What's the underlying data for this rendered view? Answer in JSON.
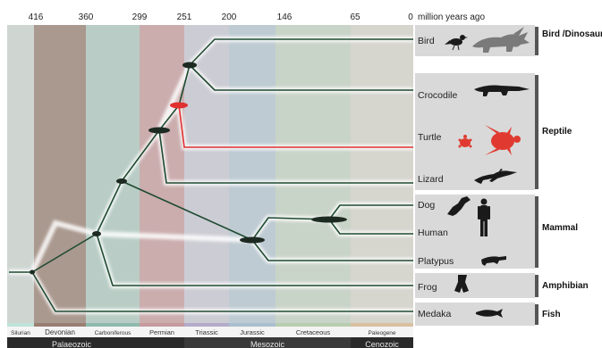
{
  "time_axis": {
    "ticks": [
      "416",
      "360",
      "299",
      "251",
      "200",
      "146",
      "65",
      "0"
    ],
    "unit_label": "million years ago"
  },
  "periods": [
    {
      "label": "Silurian",
      "color": "#bfe3d8"
    },
    {
      "label": "Devonian",
      "color": "#9a7e72"
    },
    {
      "label": "Carboniferous",
      "color": "#8fb9ad"
    },
    {
      "label": "Permian",
      "color": "#c69a9e"
    },
    {
      "label": "Triassic",
      "color": "#b3abc9"
    },
    {
      "label": "Jurassic",
      "color": "#a9bfcf"
    },
    {
      "label": "Cretaceous",
      "color": "#b8cdb0"
    },
    {
      "label": "Paleogene",
      "color": "#d9c0a0"
    }
  ],
  "eras": [
    "Palaeozoic",
    "Mesozoic",
    "Cenozoic"
  ],
  "taxa": [
    "Bird",
    "Crocodile",
    "Turtle",
    "Lizard",
    "Dog",
    "Human",
    "Platypus",
    "Frog",
    "Medaka"
  ],
  "groups": [
    "Bird /Dinosaur",
    "Reptile",
    "Mammal",
    "Amphibian",
    "Fish"
  ],
  "colors": {
    "branch": "#1e4a30",
    "turtle_branch": "#e03030",
    "node": "#1c2a22",
    "panel": "#d9d9d9",
    "bracket": "#555555"
  }
}
